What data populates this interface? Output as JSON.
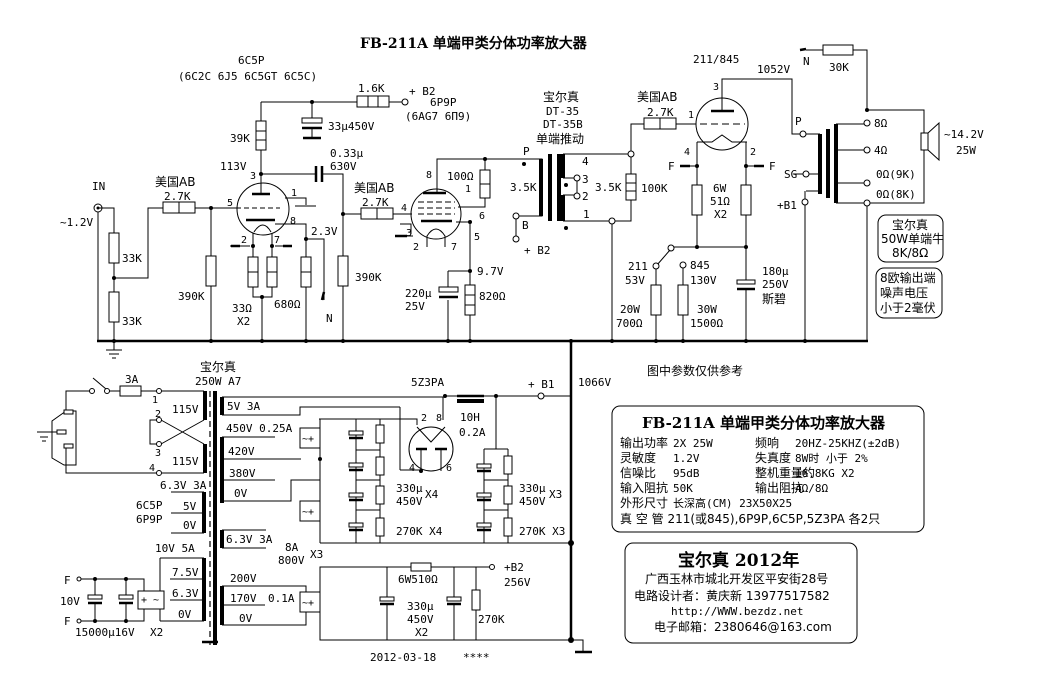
{
  "title": "FB-211A 单端甲类分体功率放大器",
  "input": {
    "label": "IN",
    "level": "~1.2V",
    "r_top": "33K",
    "r_bottom": "33K"
  },
  "stage1": {
    "tube": "6C5P",
    "equivalents": "(6C2C 6J5 6C5GT 6C5C)",
    "grid_res_brand": "美国AB",
    "grid_res": "2.7K",
    "grid_leak": "390K",
    "plate_res": "39K",
    "decoupling_res": "1.6K",
    "decoupling_cap": "33μ450V",
    "b2_label": "+ B2",
    "plate_voltage": "113V",
    "coupling_cap": "0.33μ",
    "coupling_cap_v": "630V",
    "cathode_res": "33Ω",
    "cathode_res_qty": "X2",
    "fb_res": "680Ω",
    "cathode_voltage": "2.3V",
    "nfb_label": "N",
    "pins": {
      "p3": "3",
      "p1": "1",
      "p5": "5",
      "p8": "8",
      "p2": "2",
      "p7": "7"
    }
  },
  "stage2": {
    "tube": "6P9P",
    "equivalents": "(6AG7 6П9)",
    "grid_res_brand": "美国AB",
    "grid_res": "2.7K",
    "grid_leak": "390K",
    "screen_res": "100Ω",
    "cathode_voltage": "9.7V",
    "cathode_cap": "220μ",
    "cathode_cap_v": "25V",
    "cathode_res": "820Ω",
    "pins": {
      "p8": "8",
      "p1": "1",
      "p4": "4",
      "p6": "6",
      "p3": "3",
      "p2": "2",
      "p7": "7",
      "p5": "5"
    }
  },
  "driver_transformer": {
    "brand": "宝尔真",
    "model1": "DT-35",
    "model2": "DT-35B",
    "desc": "单端推动",
    "primary_p": "P",
    "primary_b": "B",
    "b2_label": "+ B2",
    "primary_z": "3.5K",
    "secondary_z": "3.5K",
    "pins": [
      "4",
      "3",
      "2",
      "1"
    ],
    "load_res": "100K"
  },
  "output_stage": {
    "tube": "211/845",
    "plate_voltage": "1052V",
    "grid_res_brand": "美国AB",
    "grid_res": "2.7K",
    "pins": {
      "p3": "3",
      "p1": "1",
      "p4": "4",
      "p2": "2"
    },
    "filament_label": "F",
    "fil_res": "6W",
    "fil_res_val": "51Ω",
    "fil_res_qty": "X2",
    "sel_211": "211",
    "sel_211_v": "53V",
    "sel_211_res_w": "20W",
    "sel_211_res": "700Ω",
    "sel_845": "845",
    "sel_845_v": "130V",
    "sel_845_res_w": "30W",
    "sel_845_res": "1500Ω",
    "bypass_cap": "180μ",
    "bypass_cap_v": "250V",
    "bypass_cap_brand": "斯碧"
  },
  "output_transformer": {
    "nfb_label": "N",
    "nfb_res": "30K",
    "p_label": "P",
    "sg_label": "SG",
    "b1_label": "+B1",
    "taps": [
      "8Ω",
      "4Ω",
      "0Ω(9K)",
      "0Ω(8K)"
    ],
    "speaker_v": "~14.2V",
    "speaker_w": "25W",
    "note1": [
      "宝尔真",
      "50W单端牛",
      "8K/8Ω"
    ],
    "note2": [
      "8欧输出端",
      "噪声电压",
      "小于2毫伏"
    ]
  },
  "note_reference": "图中参数仅供参考",
  "power_supply": {
    "brand": "宝尔真",
    "model": "250W A7",
    "fuse": "3A",
    "primary_pins": [
      "1",
      "2",
      "3",
      "4"
    ],
    "primary_v1": "115V",
    "primary_v2": "115V",
    "sec_5v": "5V 3A",
    "sec_hv": "450V 0.25A",
    "sec_420": "420V",
    "sec_380": "380V",
    "sec_0v": "0V",
    "heater_6v3": "6.3V 3A",
    "heater_5v": "5V",
    "heater_0v": "0V",
    "heater_tubes1": "6C5P",
    "heater_tubes2": "6P9P",
    "heater2": "6.3V 3A",
    "fil_10v": "10V 5A",
    "fil_75": "7.5V",
    "fil_63": "6.3V",
    "fil_0": "0V",
    "fil_out_f": "F",
    "fil_out_v": "10V",
    "fil_cap": "15000μ16V",
    "fil_cap_qty": "X2",
    "bridge_rating1": "8A",
    "bridge_rating2": "800V",
    "bridge_qty": "X3",
    "sec_200": "200V",
    "sec_170": "170V",
    "sec_170_a": "0.1A",
    "sec_0v_b": "0V",
    "rectifier": "5Z3PA",
    "rect_pins": [
      "2",
      "8",
      "4",
      "6"
    ],
    "choke": "10H",
    "choke_a": "0.2A",
    "b1_label": "+ B1",
    "b1_voltage": "1066V",
    "cap_bank1": "330μ",
    "cap_bank1_v": "450V",
    "cap_bank1_qty": "X4",
    "res_bank1": "270K X4",
    "cap_bank2": "330μ",
    "cap_bank2_v": "450V",
    "cap_bank2_qty": "X3",
    "res_bank2": "270K X3",
    "b2_res": "6W510Ω",
    "b2_cap": "330μ",
    "b2_cap_v": "450V",
    "b2_cap_qty": "X2",
    "b2_bleeder": "270K",
    "b2_label": "+B2",
    "b2_voltage": "256V"
  },
  "date": "2012-03-18",
  "stars": "****",
  "spec_box": {
    "title": "FB-211A 单端甲类分体功率放大器",
    "rows": [
      {
        "k1": "输出功率",
        "v1": "2X 25W",
        "k2": "频响",
        "v2": "20HZ-25KHZ(±2dB)"
      },
      {
        "k1": "灵敏度",
        "v1": "1.2V",
        "k2": "失真度",
        "v2": "8W时 小于 2%"
      },
      {
        "k1": "信噪比",
        "v1": "95dB",
        "k2": "整机重量约",
        "v2": "16.8KG X2"
      },
      {
        "k1": "输入阻抗",
        "v1": "50K",
        "k2": "输出阻抗",
        "v2": "4Ω/8Ω"
      },
      {
        "k1": "外形尺寸",
        "v1": "长深高(CM) 23X50X25",
        "k2": "",
        "v2": ""
      }
    ],
    "tubes": "真 空 管 211(或845),6P9P,6C5P,5Z3PA  各2只"
  },
  "credit_box": {
    "title": "宝尔真 2012年",
    "address": "广西玉林市城北开发区平安街28号",
    "designer": "电路设计者：黄庆新    13977517582",
    "url": "http://WWW.bezdz.net",
    "email": "电子邮箱：2380646@163.com"
  }
}
